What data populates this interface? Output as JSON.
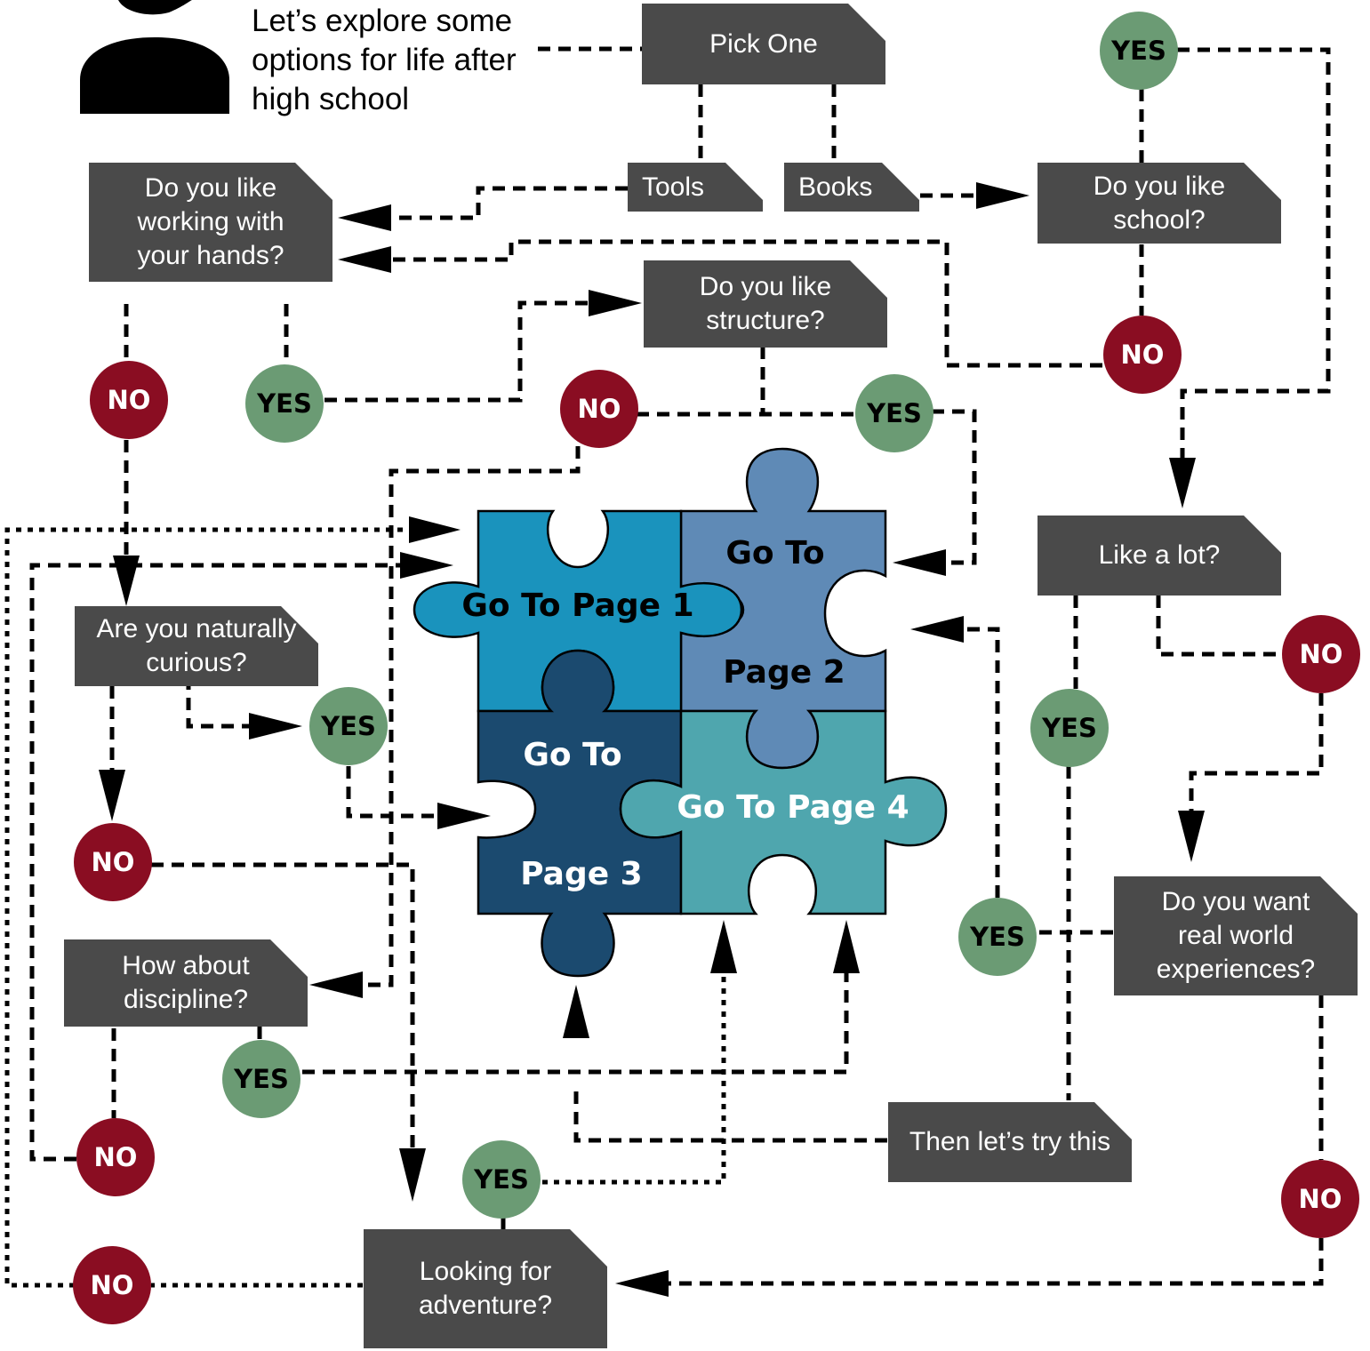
{
  "intro": {
    "text": "Let’s explore some options for life after high school"
  },
  "boxes": {
    "pick_one": "Pick One",
    "tools": "Tools",
    "books": "Books",
    "hands": "Do you like\nworking with\nyour hands?",
    "school": "Do you like\nschool?",
    "structure": "Do you like\nstructure?",
    "like_a_lot": "Like a lot?",
    "curious": "Are you naturally\ncurious?",
    "discipline": "How about\ndiscipline?",
    "real_world": "Do you want\nreal world\nexperiences?",
    "try_this": "Then let’s try this",
    "adventure": "Looking for\nadventure?"
  },
  "answers": {
    "yes": "YES",
    "no": "NO"
  },
  "puzzle": {
    "page1": "Go To Page 1",
    "page2_top": "Go To",
    "page2_bottom": "Page 2",
    "page3_top": "Go To",
    "page3_bottom": "Page 3",
    "page4": "Go To Page 4"
  },
  "colors": {
    "box": "#4a4a4a",
    "yes": "#6b9b74",
    "no": "#8a0d22",
    "piece1": "#1a93bd",
    "piece2": "#5f8ab6",
    "piece3": "#1b4a6f",
    "piece4": "#4fa6ae"
  }
}
